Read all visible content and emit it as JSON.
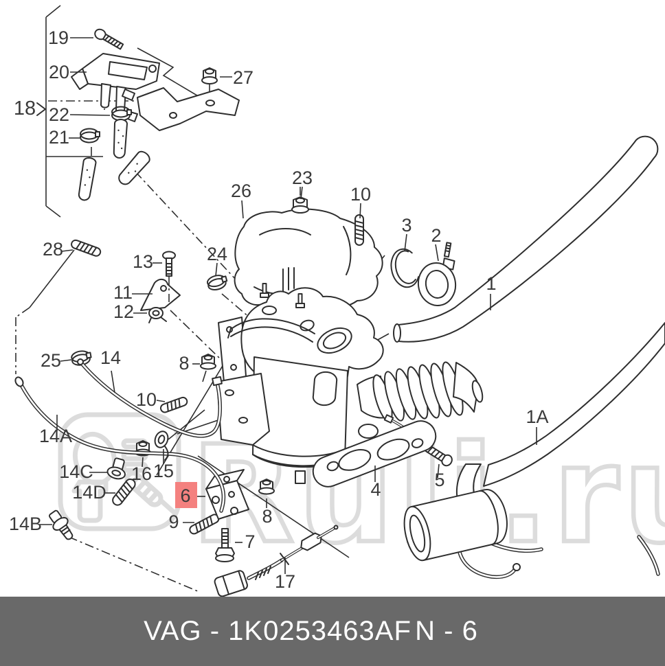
{
  "diagram_title": "VAG exhaust system / particulate filter exploded parts diagram",
  "watermark": {
    "text": "Ruli.ru",
    "logo": "ruli-parts-logo",
    "color": "#dcdcdc"
  },
  "highlight": {
    "box_color": "#f4817f",
    "text_color": "#c2251f"
  },
  "footer": {
    "part_code": "VAG - 1K0253463AF",
    "page_ref": "N - 6",
    "bg_color": "#696969",
    "text_color": "#ffffff"
  },
  "callouts": {
    "c19": {
      "label": "19"
    },
    "c20": {
      "label": "20"
    },
    "c27": {
      "label": "27"
    },
    "c18": {
      "label": "18"
    },
    "c22": {
      "label": "22"
    },
    "c21": {
      "label": "21"
    },
    "c26": {
      "label": "26"
    },
    "c23": {
      "label": "23"
    },
    "c10_top": {
      "label": "10"
    },
    "c24": {
      "label": "24"
    },
    "c3": {
      "label": "3"
    },
    "c2": {
      "label": "2"
    },
    "c1": {
      "label": "1"
    },
    "c28": {
      "label": "28"
    },
    "c13": {
      "label": "13"
    },
    "c11": {
      "label": "11"
    },
    "c12": {
      "label": "12"
    },
    "c25": {
      "label": "25"
    },
    "c14": {
      "label": "14"
    },
    "c8_upper": {
      "label": "8"
    },
    "c10_mid": {
      "label": "10"
    },
    "c14a": {
      "label": "14A"
    },
    "c14c": {
      "label": "14C"
    },
    "c16": {
      "label": "16"
    },
    "c15": {
      "label": "15"
    },
    "c14d": {
      "label": "14D"
    },
    "c6": {
      "label": "6",
      "highlighted": true
    },
    "c9": {
      "label": "9"
    },
    "c7": {
      "label": "7"
    },
    "c8_lower": {
      "label": "8"
    },
    "c17": {
      "label": "17"
    },
    "c4": {
      "label": "4"
    },
    "c5": {
      "label": "5"
    },
    "c14b": {
      "label": "14B"
    },
    "c1a": {
      "label": "1A"
    }
  }
}
